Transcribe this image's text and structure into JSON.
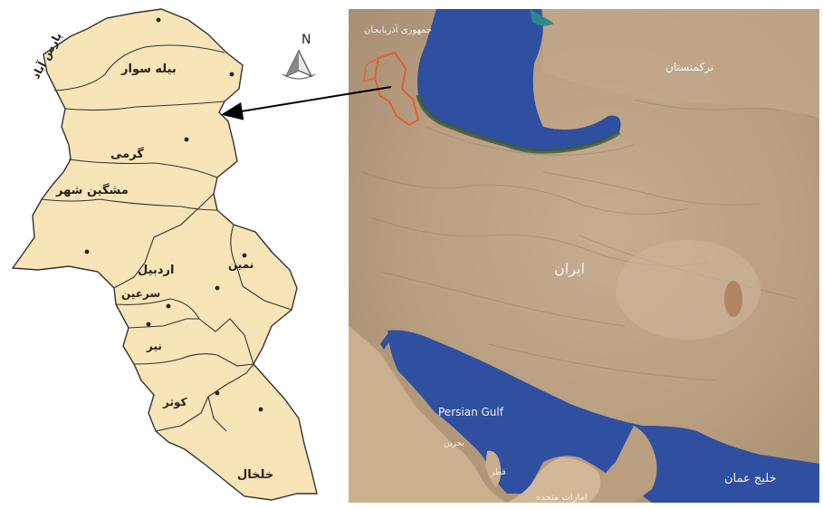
{
  "province_map": {
    "counties": [
      {
        "id": "parsabad",
        "label": "پارس آباد"
      },
      {
        "id": "bilesavar",
        "label": "بیله سوار"
      },
      {
        "id": "germi",
        "label": "گرمی"
      },
      {
        "id": "meshgin",
        "label": "مشگین شهر"
      },
      {
        "id": "ardabil",
        "label": "اردبیل"
      },
      {
        "id": "namin",
        "label": "نمین"
      },
      {
        "id": "sareyn",
        "label": "سرعین"
      },
      {
        "id": "nir",
        "label": "نیر"
      },
      {
        "id": "kowsar",
        "label": "کوثر"
      },
      {
        "id": "khalkhal",
        "label": "خلخال"
      }
    ],
    "north_arrow": {
      "label": "N"
    }
  },
  "satellite_map": {
    "labels": {
      "azerbaijan": "جمهوری آذربایجان",
      "turkmenistan": "ترکمنستان",
      "iran": "ایران",
      "persian_gulf": "Persian Gulf",
      "oman_gulf": "خلیج عمان",
      "uae": "امارات متحده",
      "qatar": "قطر",
      "bahrain": "بحرین"
    },
    "colors": {
      "water": "#2f4fa0",
      "land": "#c9ae8e",
      "highlight": "#e0603a"
    }
  }
}
